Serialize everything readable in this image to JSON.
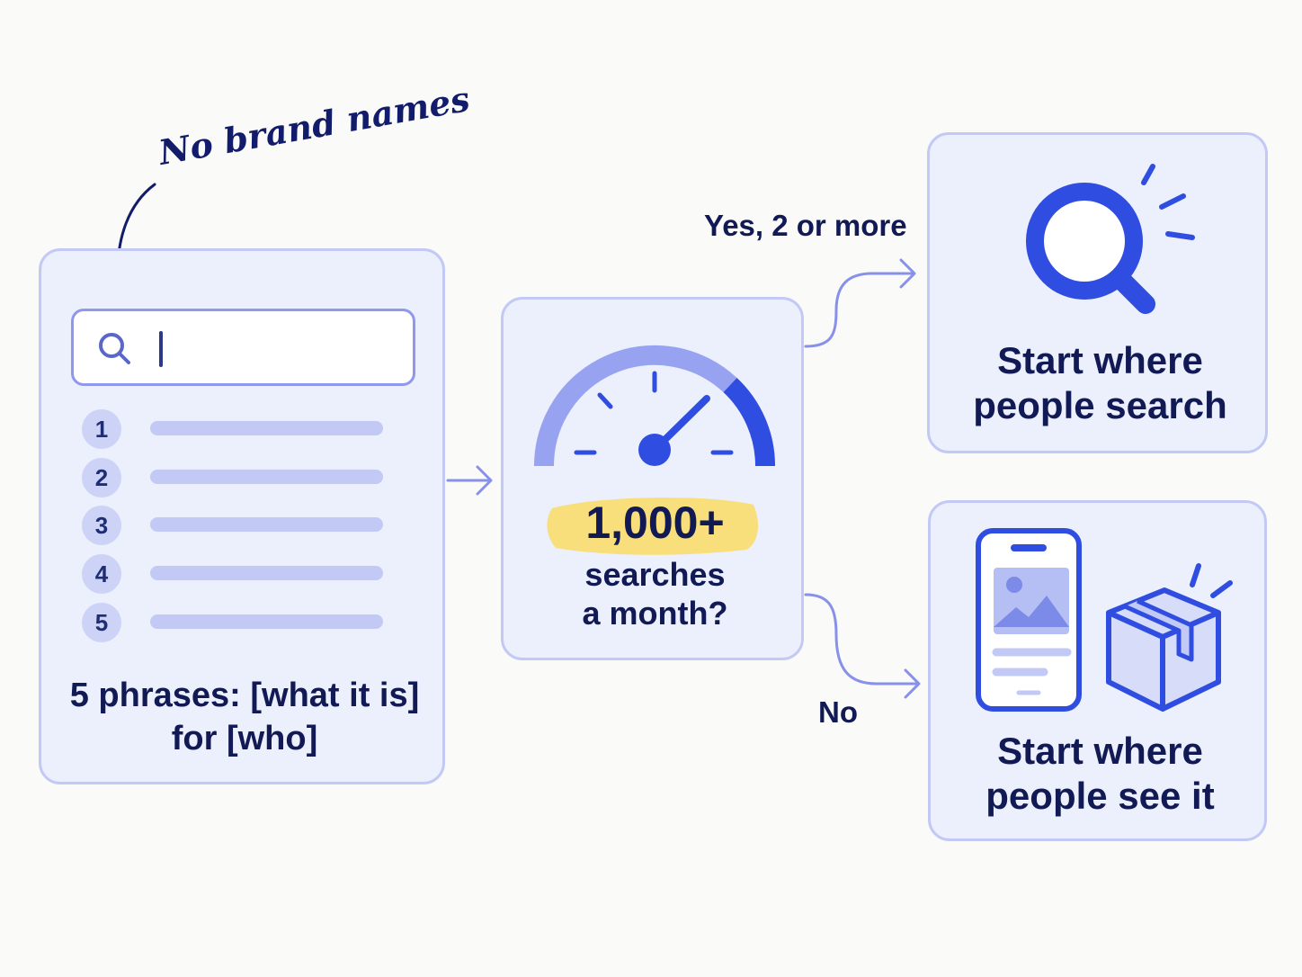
{
  "annotation": "No brand names",
  "phrase_panel": {
    "numbers": [
      "1",
      "2",
      "3",
      "4",
      "5"
    ],
    "caption_line1": "5 phrases: [what it is]",
    "caption_line2": "for [who]"
  },
  "volume_panel": {
    "figure": "1,000+",
    "question_line1": "searches",
    "question_line2": "a month?"
  },
  "branch_yes": {
    "label": "Yes, 2 or more",
    "caption_line1": "Start where",
    "caption_line2": "people search"
  },
  "branch_no": {
    "label": "No",
    "caption_line1": "Start where",
    "caption_line2": "people see it"
  },
  "icons": [
    "search-icon",
    "speedometer-icon",
    "magnifier-icon",
    "phone-icon",
    "image-icon",
    "package-icon"
  ],
  "colors": {
    "accent": "#2f4de0",
    "card": "#eceffc",
    "border": "#c3c9f5",
    "highlight": "#f8df7b",
    "text": "#111a54"
  }
}
